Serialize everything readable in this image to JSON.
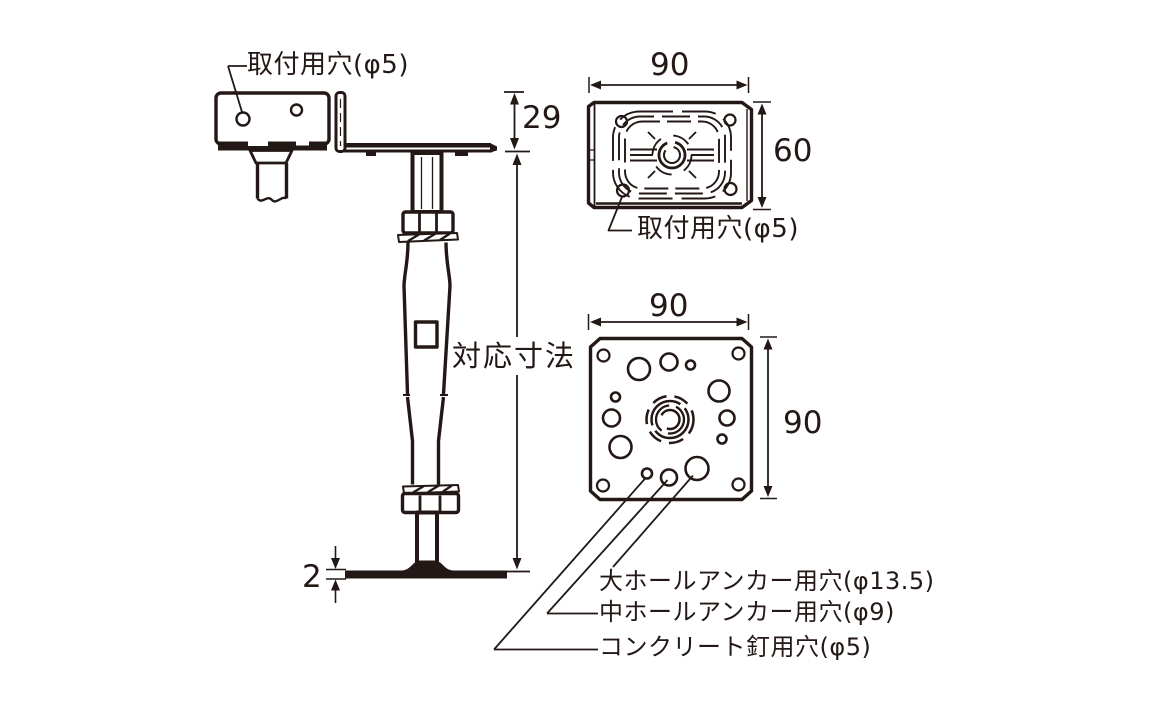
{
  "colors": {
    "line": "#231815",
    "background": "#ffffff"
  },
  "labels": {
    "mounting_hole_front": "取付用穴(φ5)",
    "mounting_hole_top_plate": "取付用穴(φ5)",
    "height_range": "対応寸法",
    "large_hole_anchor": "大ホールアンカー用穴(φ13.5)",
    "medium_hole_anchor": "中ホールアンカー用穴(φ9)",
    "concrete_nail_hole": "コンクリート釘用穴(φ5)"
  },
  "dimensions": {
    "bracket_offset": "29",
    "top_plate_width": "90",
    "top_plate_depth": "60",
    "base_plate_width": "90",
    "base_plate_height": "90",
    "base_plate_thickness": "2"
  }
}
